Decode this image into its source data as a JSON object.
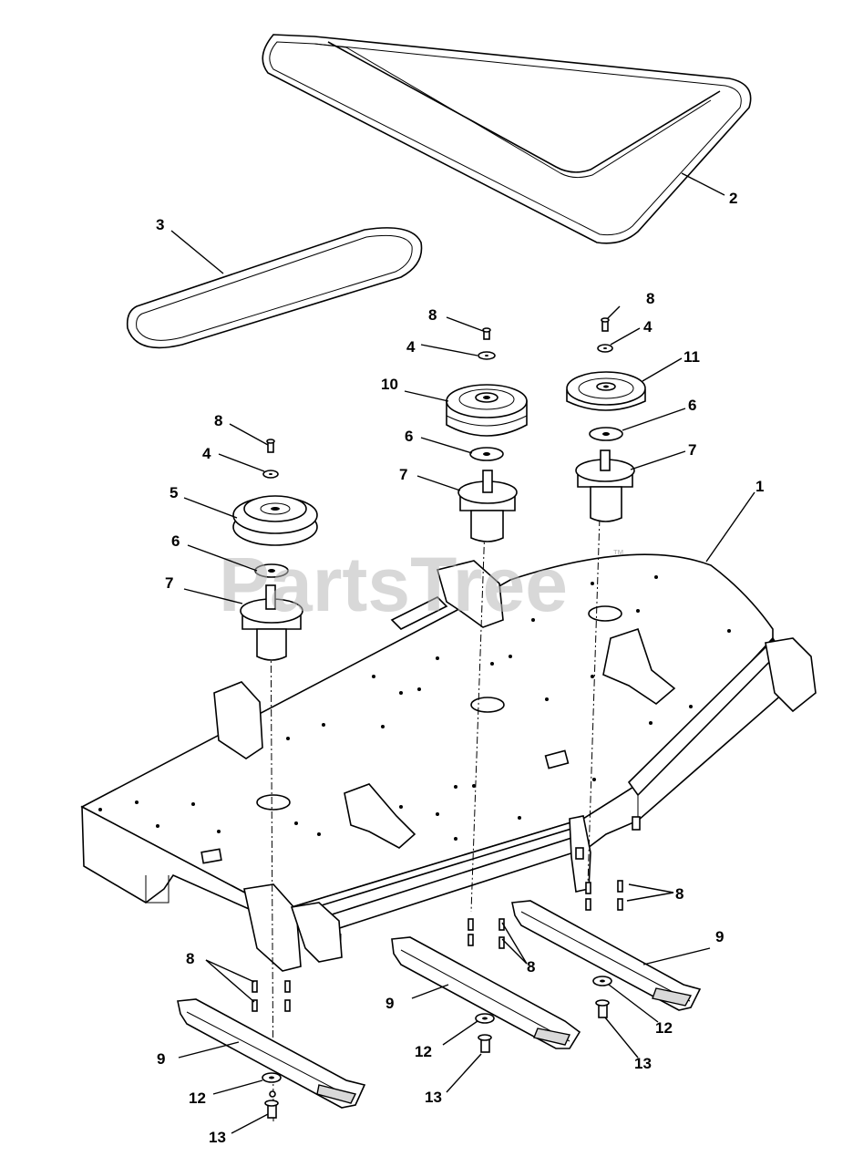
{
  "watermark": {
    "text": "PartsTree",
    "trademark": "™"
  },
  "callouts": [
    {
      "id": "c1",
      "label": "1"
    },
    {
      "id": "c2",
      "label": "2"
    },
    {
      "id": "c3",
      "label": "3"
    },
    {
      "id": "c4a",
      "label": "4"
    },
    {
      "id": "c4b",
      "label": "4"
    },
    {
      "id": "c4c",
      "label": "4"
    },
    {
      "id": "c5",
      "label": "5"
    },
    {
      "id": "c6a",
      "label": "6"
    },
    {
      "id": "c6b",
      "label": "6"
    },
    {
      "id": "c6c",
      "label": "6"
    },
    {
      "id": "c7a",
      "label": "7"
    },
    {
      "id": "c7b",
      "label": "7"
    },
    {
      "id": "c7c",
      "label": "7"
    },
    {
      "id": "c8a",
      "label": "8"
    },
    {
      "id": "c8b",
      "label": "8"
    },
    {
      "id": "c8c",
      "label": "8"
    },
    {
      "id": "c8d",
      "label": "8"
    },
    {
      "id": "c8e",
      "label": "8"
    },
    {
      "id": "c8f",
      "label": "8"
    },
    {
      "id": "c9a",
      "label": "9"
    },
    {
      "id": "c9b",
      "label": "9"
    },
    {
      "id": "c9c",
      "label": "9"
    },
    {
      "id": "c10",
      "label": "10"
    },
    {
      "id": "c11",
      "label": "11"
    },
    {
      "id": "c12a",
      "label": "12"
    },
    {
      "id": "c12b",
      "label": "12"
    },
    {
      "id": "c12c",
      "label": "12"
    },
    {
      "id": "c13a",
      "label": "13"
    },
    {
      "id": "c13b",
      "label": "13"
    },
    {
      "id": "c13c",
      "label": "13"
    }
  ]
}
